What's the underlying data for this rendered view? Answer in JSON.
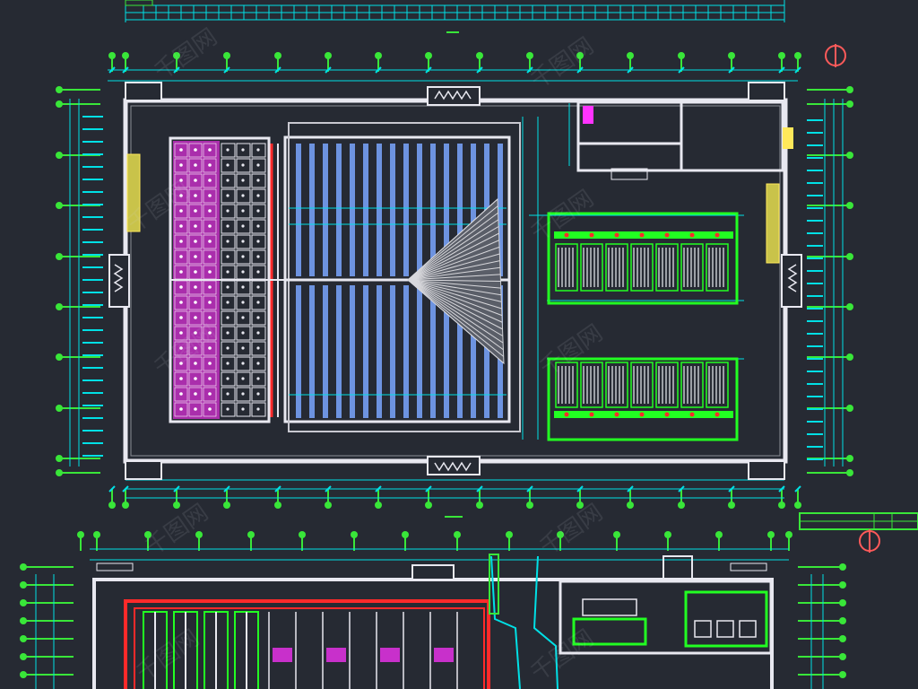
{
  "colors": {
    "background": "#262a33",
    "dimension_line": "#00e0e6",
    "grid_axis": "#39e639",
    "wall": "#e8e8f0",
    "wall_alt": "#c8c8d0",
    "filter_blue": "#7aa6ff",
    "magenta_zone": "#ff33ff",
    "green_equipment": "#22ff22",
    "red_pipe": "#ff2a2a",
    "yellow_detail": "#ffe85a",
    "orientation_marker": "#ff5a5a",
    "watermark": "#d8dce3"
  },
  "north_marker_glyph": "Φ",
  "watermark_text": "千图网",
  "drawing": {
    "view_count": 3,
    "views": [
      "top-strip-partial",
      "main-floor-plan",
      "lower-floor-plan-partial"
    ]
  }
}
